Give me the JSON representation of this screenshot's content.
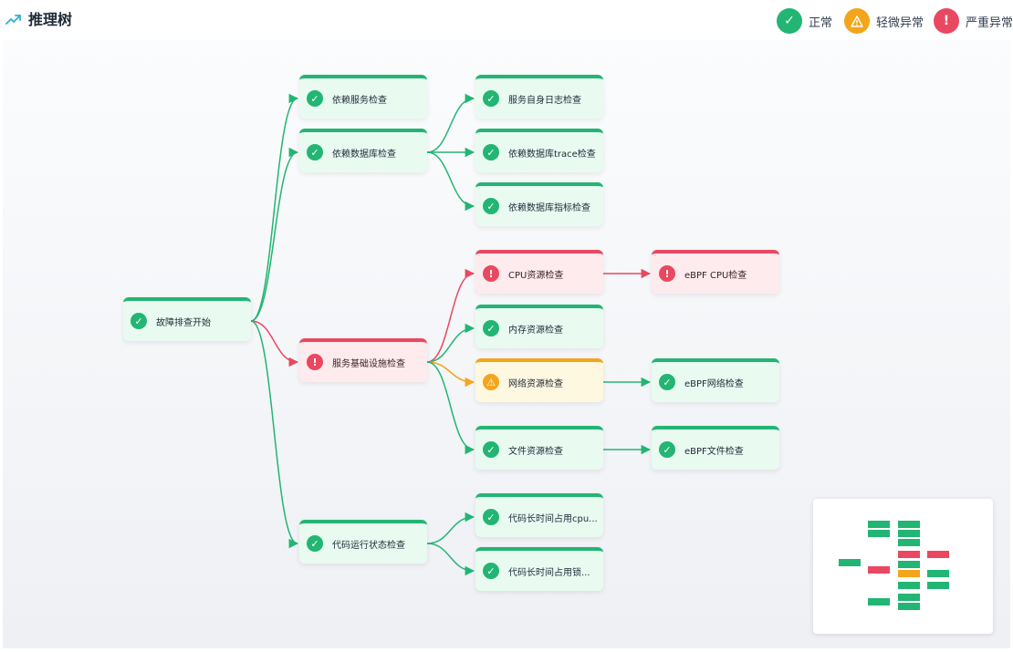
{
  "header": {
    "title": "推理树",
    "title_icon": "trending-up-icon",
    "legend": [
      {
        "label": "正常",
        "icon": "check-icon",
        "color": "#22b573"
      },
      {
        "label": "轻微异常",
        "icon": "warning-triangle-icon",
        "color": "#f3a51c"
      },
      {
        "label": "严重异常",
        "icon": "exclamation-icon",
        "color": "#ea4860"
      }
    ]
  },
  "colors": {
    "ok": "#22b573",
    "warn": "#f3a51c",
    "crit": "#ea4860"
  },
  "tree": {
    "root": {
      "label": "故障排查开始",
      "status": "ok"
    },
    "dep_service": {
      "label": "依赖服务检查",
      "status": "ok"
    },
    "dep_db": {
      "label": "依赖数据库检查",
      "status": "ok"
    },
    "infra": {
      "label": "服务基础设施检查",
      "status": "crit"
    },
    "code_state": {
      "label": "代码运行状态检查",
      "status": "ok"
    },
    "svc_log": {
      "label": "服务自身日志检查",
      "status": "ok"
    },
    "db_trace": {
      "label": "依赖数据库trace检查",
      "status": "ok"
    },
    "db_metric": {
      "label": "依赖数据库指标检查",
      "status": "ok"
    },
    "cpu": {
      "label": "CPU资源检查",
      "status": "crit"
    },
    "mem": {
      "label": "内存资源检查",
      "status": "ok"
    },
    "net": {
      "label": "网络资源检查",
      "status": "warn"
    },
    "file": {
      "label": "文件资源检查",
      "status": "ok"
    },
    "code_cpu": {
      "label": "代码长时间占用cpu...",
      "status": "ok"
    },
    "code_lock": {
      "label": "代码长时间占用锁...",
      "status": "ok"
    },
    "ebpf_cpu": {
      "label": "eBPF CPU检查",
      "status": "crit"
    },
    "ebpf_net": {
      "label": "eBPF网络检查",
      "status": "ok"
    },
    "ebpf_file": {
      "label": "eBPF文件检查",
      "status": "ok"
    }
  },
  "edges": [
    {
      "from": "root",
      "to": "dep_service"
    },
    {
      "from": "root",
      "to": "dep_db"
    },
    {
      "from": "root",
      "to": "infra"
    },
    {
      "from": "root",
      "to": "code_state"
    },
    {
      "from": "dep_db",
      "to": "svc_log"
    },
    {
      "from": "dep_db",
      "to": "db_trace"
    },
    {
      "from": "dep_db",
      "to": "db_metric"
    },
    {
      "from": "infra",
      "to": "cpu"
    },
    {
      "from": "infra",
      "to": "mem"
    },
    {
      "from": "infra",
      "to": "net"
    },
    {
      "from": "infra",
      "to": "file"
    },
    {
      "from": "code_state",
      "to": "code_cpu"
    },
    {
      "from": "code_state",
      "to": "code_lock"
    },
    {
      "from": "cpu",
      "to": "ebpf_cpu"
    },
    {
      "from": "net",
      "to": "ebpf_net"
    },
    {
      "from": "file",
      "to": "ebpf_file"
    }
  ]
}
